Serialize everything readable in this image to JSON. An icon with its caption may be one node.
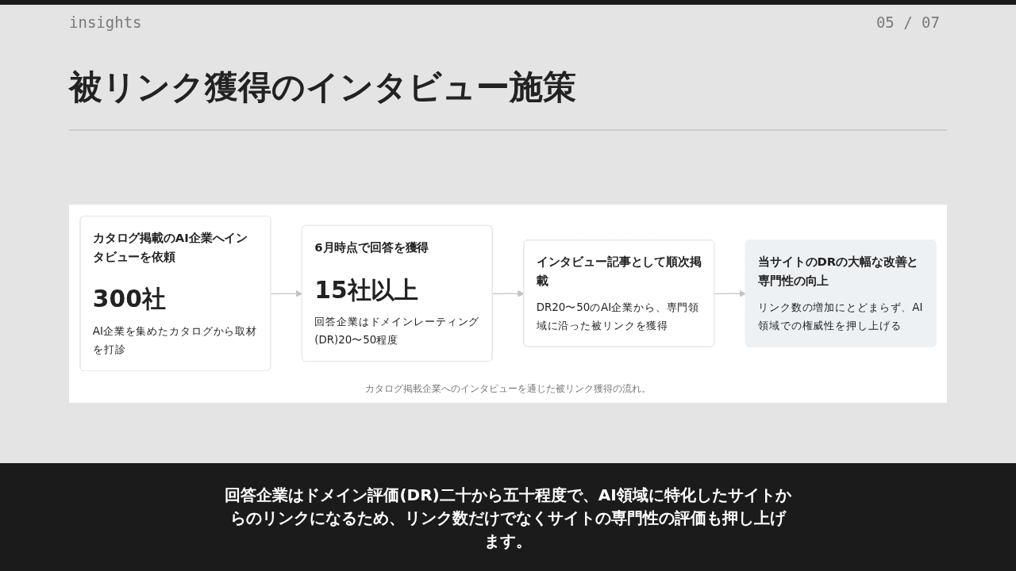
{
  "diagram": {
    "title": "被リンク獲得のインタビュー施策",
    "caption": "カタログ掲載企業へのインタビューを通じた被リンク獲得の流れ。",
    "nodes": [
      {
        "text": [
          "カタログ掲載のAI企業へインタビューを依頼",
          "300社",
          "AI企業を集めたカタログから取材を打診"
        ]
      },
      {
        "text": [
          "6月時点で回答を獲得",
          "15社以上",
          "回答企業はドメインレーティング(DR)20〜50程度"
        ]
      },
      {
        "text": [
          "インタビュー記事として順次掲載",
          "DR20〜50のAI企業から、専門領域に沿った被リンクを獲得"
        ]
      },
      {
        "text": [
          "当サイトのDRの大幅な改善と専門性の向上",
          "リンク数の増加にとどまらず、AI領域での権威性を押し上げる"
        ]
      }
    ],
    "edges": [
      {
        "from": 0,
        "to": 1,
        "arrow": "to"
      },
      {
        "from": 1,
        "to": 2,
        "arrow": "to"
      },
      {
        "from": 2,
        "to": 3,
        "arrow": "to"
      }
    ],
    "labels": [
      "insights",
      "05 / 07",
      "回答企業はドメイン評価(DR)二十から五十程度で、AI領域に特化したサイトからのリンクになるため、リンク数だけでなくサイトの専門性の評価も押し上げます。"
    ]
  }
}
